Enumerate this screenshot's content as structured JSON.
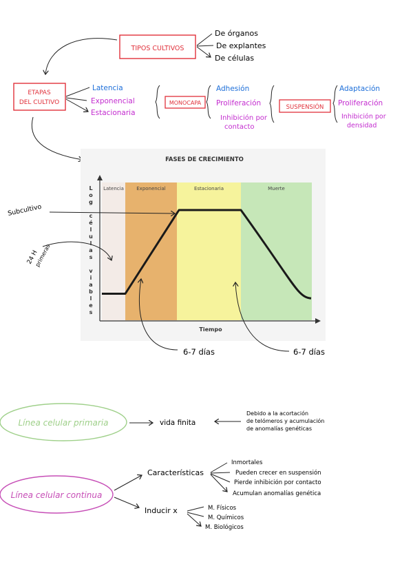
{
  "top": {
    "tipos": "TIPOS CULTIVOS",
    "tipos_items": [
      "De órganos",
      "De explantes",
      "De células"
    ],
    "etapas_line1": "ETAPAS",
    "etapas_line2": "DEL CULTIVO",
    "etapas_items": [
      "Latencia",
      "Exponencial",
      "Estacionaria"
    ],
    "monocapa": "MONOCAPA",
    "monocapa_items": [
      "Adhesión",
      "Proliferación",
      "Inhibición por",
      "contacto"
    ],
    "suspension": "SUSPENSIÓN",
    "suspension_items": [
      "Adaptación",
      "Proliferación",
      "Inhibición por",
      "densidad"
    ]
  },
  "chart": {
    "title": "FASES DE CRECIMIENTO",
    "ylabel_letters": [
      "L",
      "o",
      "g",
      "",
      "c",
      "é",
      "l",
      "u",
      "l",
      "a",
      "s",
      "",
      "v",
      "i",
      "a",
      "b",
      "l",
      "e",
      "s"
    ],
    "xlabel": "Tiempo",
    "phases": [
      {
        "label": "Latencia",
        "color": "#f3ebe7"
      },
      {
        "label": "Exponencial",
        "color": "#e7b26d"
      },
      {
        "label": "Estacionaria",
        "color": "#f6f39c"
      },
      {
        "label": "Muerte",
        "color": "#c6e7b8"
      }
    ],
    "annotations": {
      "subcultivo": "Subcultivo",
      "h24_line1": "24 H",
      "h24_line2": "primeras",
      "dias_left": "6-7 días",
      "dias_right": "6-7 días"
    }
  },
  "chart_data": {
    "type": "line",
    "title": "FASES DE CRECIMIENTO",
    "xlabel": "Tiempo",
    "ylabel": "Log células viables",
    "categories": [
      "Latencia",
      "Exponencial",
      "Estacionaria",
      "Muerte"
    ],
    "series": [
      {
        "values": [
          0.1,
          0.1,
          1.0,
          1.0,
          0.05
        ]
      }
    ]
  },
  "primaria": {
    "label": "Línea celular primaria",
    "result": "vida finita",
    "note": [
      "Debido a la acortación",
      "de telómeros y acumulación",
      "de anomalías genéticas"
    ]
  },
  "continua": {
    "label": "Línea celular continua",
    "caracteristicas": "Características",
    "caract_items": [
      "Inmortales",
      "Pueden crecer en suspensión",
      "Pierde inhibición por contacto",
      "Acumulan anomalías genética"
    ],
    "inducir": "Inducir x",
    "inducir_items": [
      "M. Físicos",
      "M. Químicos",
      "M. Biológicos"
    ]
  },
  "colors": {
    "red": "#e0303a",
    "blue": "#1e6fd9",
    "magenta": "#c32ccf",
    "green_ellipse": "#9fd08a",
    "pink_ellipse": "#c64db6",
    "ink": "#222222"
  }
}
